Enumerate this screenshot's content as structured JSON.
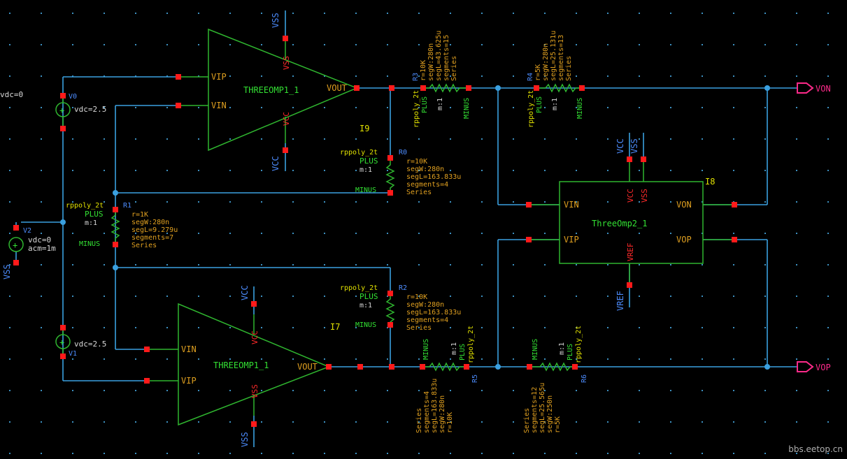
{
  "colors": {
    "wire": "#3aa0e0",
    "body": "#2fb52f",
    "pin": "#ff1a1a",
    "pin_label": "#e0a020",
    "inst_label": "#e0e000",
    "param": "#e0a020",
    "blue_label": "#4d8dff",
    "port": "#ff2a8a"
  },
  "amp_top": {
    "name": "THREEOMP1_1",
    "inst": "I9",
    "vip": "VIP",
    "vin": "VIN",
    "vout": "VOUT",
    "vss": "VSS",
    "vcc": "VCC"
  },
  "amp_bot": {
    "name": "THREEOMP1_1",
    "inst": "I7",
    "vin": "VIN",
    "vip": "VIP",
    "vout": "VOUT",
    "vcc": "VCC",
    "vss": "VSS"
  },
  "amp2": {
    "name": "ThreeOmp2_1",
    "inst": "I8",
    "vin": "VIN",
    "vip": "VIP",
    "von": "VON",
    "vop": "VOP",
    "vcc": "VCC",
    "vss": "VSS",
    "vref": "VREF"
  },
  "ports": {
    "von": "VON",
    "vop": "VOP"
  },
  "supplies": {
    "vss_top": "VSS",
    "vcc_top_amp": "VCC",
    "vcc_i8": "VCC",
    "vss_i8": "VSS",
    "vref": "VREF",
    "vcc_bot": "VCC",
    "vss_bot": "VSS",
    "vss_left": "VSS"
  },
  "sources": {
    "v0": {
      "name": "V0",
      "value": "vdc=2.5",
      "other": "vdc=0"
    },
    "v1": {
      "name": "V1",
      "value": "vdc=2.5"
    },
    "v2": {
      "name": "V2",
      "value": "vdc=0",
      "acm": "acm=1m"
    }
  },
  "r1": {
    "model": "rppoly_2t",
    "name": "R1",
    "plus": "PLUS",
    "minus": "MINUS",
    "m": "m:1",
    "params": [
      "r=1K",
      "segW:280n",
      "segL=9.279u",
      "segments=7",
      "Series"
    ]
  },
  "r0": {
    "model": "rppoly_2t",
    "name": "R0",
    "plus": "PLUS",
    "minus": "MINUS",
    "m": "m:1",
    "params": [
      "r=10K",
      "segW:280n",
      "segL=163.833u",
      "segments=4",
      "Series"
    ]
  },
  "r2": {
    "model": "rppoly_2t",
    "name": "R2",
    "plus": "PLUS",
    "minus": "MINUS",
    "m": "m:1",
    "params": [
      "r=10K",
      "segW:280n",
      "segL=163.833u",
      "segments=4",
      "Series"
    ]
  },
  "r3": {
    "model": "rppoly_2t",
    "name": "R3",
    "plus": "PLUS",
    "minus": "MINUS",
    "m": "m:1",
    "params": [
      "r=10K",
      "segW:280n",
      "segL=43.625u",
      "segments=15",
      "Series"
    ]
  },
  "r4": {
    "model": "rppoly_2t",
    "name": "R4",
    "plus": "PLUS",
    "minus": "MINUS",
    "m": "m:1",
    "params": [
      "r=5K",
      "segW:280n",
      "segL=25.131u",
      "segments=13",
      "Series"
    ]
  },
  "r5": {
    "model": "rppoly_2t",
    "name": "R5",
    "plus": "PLUS",
    "minus": "MINUS",
    "m": "m:1",
    "params": [
      "r=10K",
      "segW:280n",
      "segL=163.833u",
      "segments=4",
      "Series"
    ]
  },
  "r6": {
    "model": "rppoly_2t",
    "name": "R6",
    "plus": "PLUS",
    "minus": "MINUS",
    "m": "m:1",
    "params": [
      "r=5K",
      "segW:250n",
      "segL=25.565u",
      "segments=12",
      "Series"
    ]
  },
  "watermark": "bbs.eetop.cn"
}
